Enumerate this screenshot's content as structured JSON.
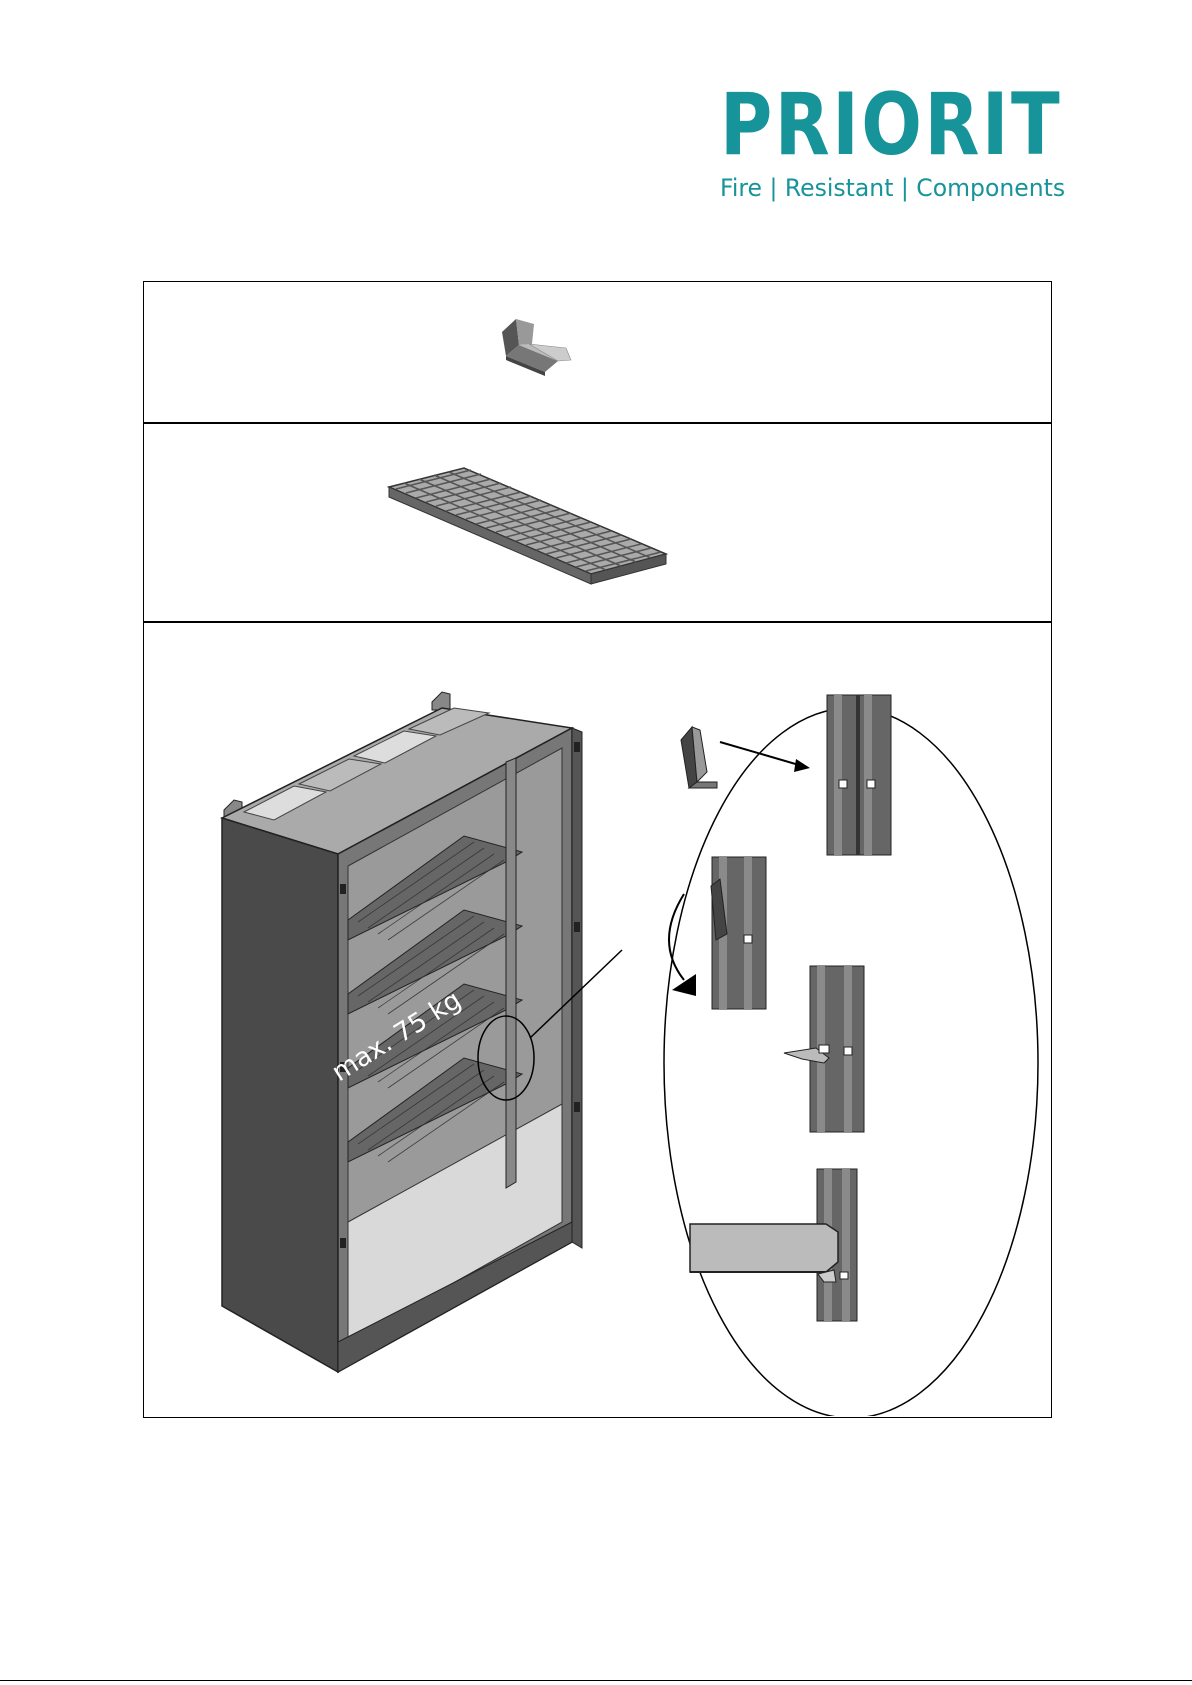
{
  "brand": {
    "name": "PRIORIT",
    "tagline": "Fire | Resistant | Components",
    "color": "#17949a"
  },
  "steps": [
    {
      "id": "shelf-bracket"
    },
    {
      "id": "grid-shelf"
    },
    {
      "id": "assembly"
    }
  ],
  "assembly": {
    "load_label": "max. 75 kg"
  }
}
